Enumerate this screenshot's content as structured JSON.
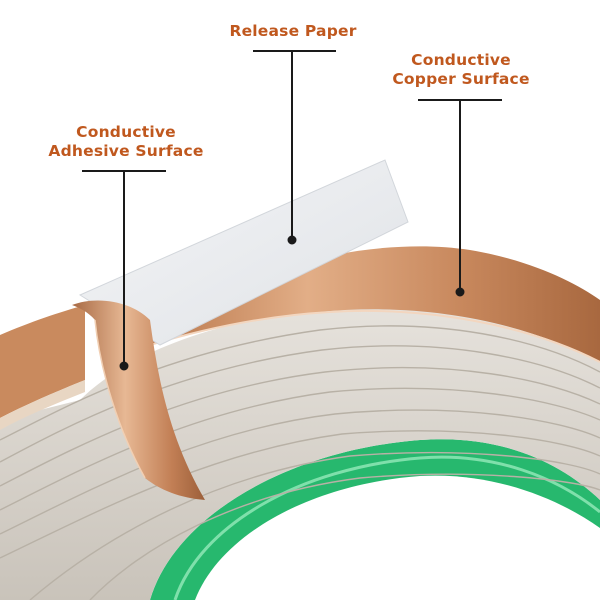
{
  "colors": {
    "label_text": "#c0581e",
    "leader_line": "#1a1a1a",
    "copper": "#c98a5e",
    "copper_dark": "#a8683f",
    "release_paper": "#eceef0",
    "tape_layers": "#d9d4cc",
    "core_green": "#27b86e"
  },
  "labels": {
    "release_paper": {
      "line1": "Release Paper"
    },
    "copper_surface": {
      "line1": "Conductive",
      "line2": "Copper Surface"
    },
    "adhesive_surface": {
      "line1": "Conductive",
      "line2": "Adhesive Surface"
    }
  }
}
